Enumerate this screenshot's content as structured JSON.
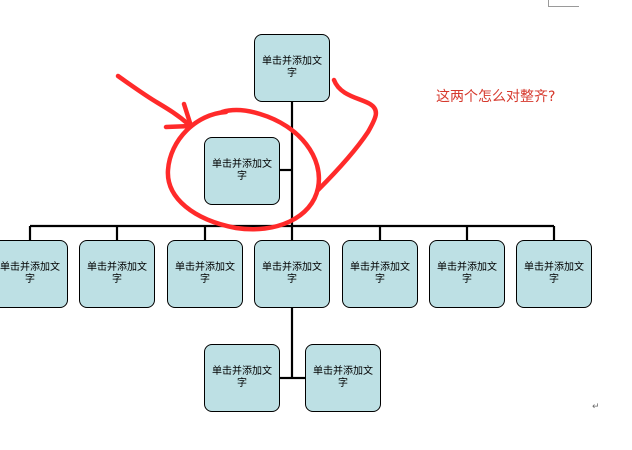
{
  "diagram": {
    "node_text": "单击并添加文字",
    "nodes": [
      {
        "id": "root",
        "role": "top"
      },
      {
        "id": "assistant",
        "role": "assistant"
      },
      {
        "id": "child-1",
        "role": "child"
      },
      {
        "id": "child-2",
        "role": "child"
      },
      {
        "id": "child-3",
        "role": "child"
      },
      {
        "id": "child-4",
        "role": "child"
      },
      {
        "id": "child-5",
        "role": "child"
      },
      {
        "id": "child-6",
        "role": "child"
      },
      {
        "id": "child-7",
        "role": "child"
      },
      {
        "id": "sub-1",
        "role": "subordinate"
      },
      {
        "id": "sub-2",
        "role": "subordinate"
      }
    ]
  },
  "annotation": {
    "question": "这两个怎么对整齐?",
    "mark_color": "#ff2a2a",
    "question_color": "#d6392d"
  },
  "colors": {
    "node_fill": "#bde0e4",
    "line": "#000000"
  },
  "doc": {
    "paragraph_mark": "↵"
  }
}
